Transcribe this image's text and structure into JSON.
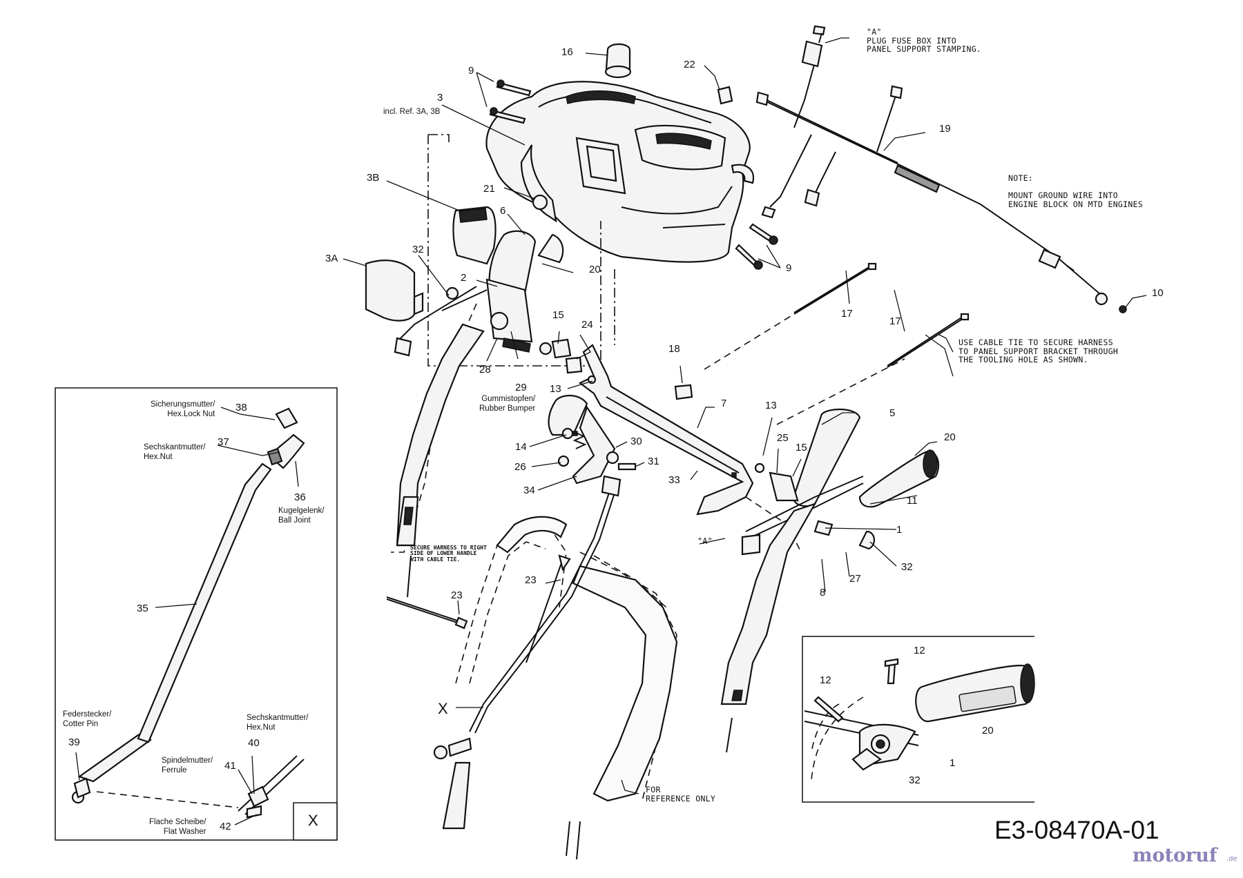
{
  "diagram": {
    "code": "E3-08470A-01",
    "watermark": "motoruf",
    "watermark_ext": ".de"
  },
  "callouts": {
    "c16": "16",
    "c22": "22",
    "c9a": "9",
    "c3": "3",
    "c3_note": "incl. Ref. 3A, 3B",
    "c3b": "3B",
    "c21": "21",
    "c6": "6",
    "c20a": "20",
    "c32a": "32",
    "c3a": "3A",
    "c2": "2",
    "c9b": "9",
    "c19": "19",
    "c10": "10",
    "c17a": "17",
    "c17b": "17",
    "c15a": "15",
    "c24": "24",
    "c18": "18",
    "c28": "28",
    "c29": "29",
    "c13a": "13",
    "c7": "7",
    "c13b": "13",
    "c5": "5",
    "c20b": "20",
    "c25": "25",
    "c15b": "15",
    "c11": "11",
    "c14": "14",
    "c30": "30",
    "c26": "26",
    "c31": "31",
    "c33": "33",
    "c34": "34",
    "c1a": "1",
    "c32b": "32",
    "c27": "27",
    "c8": "8",
    "c23a": "23",
    "c23b": "23",
    "cX": "X",
    "c12a": "12",
    "c12b": "12",
    "c20c": "20",
    "c1b": "1",
    "c32c": "32",
    "cA": "\"A\""
  },
  "labels": {
    "rubber_bumper": "Gummistopfen/\nRubber Bumper"
  },
  "notes": {
    "fuse": "\"A\"\nPLUG FUSE BOX INTO\nPANEL SUPPORT STAMPING.",
    "ground": "NOTE:\n\nMOUNT GROUND WIRE INTO\nENGINE BLOCK ON MTD ENGINES",
    "cable_tie": "USE CABLE TIE TO SECURE HARNESS\nTO PANEL SUPPORT BRACKET THROUGH\nTHE TOOLING HOLE AS SHOWN.",
    "harness": "SECURE HARNESS TO RIGHT\nSIDE OF LOWER HANDLE\nWITH CABLE TIE.",
    "reference": "FOR\nREFERENCE ONLY"
  },
  "inset": {
    "box_label": "X",
    "c38": "38",
    "c37": "37",
    "c36": "36",
    "c35": "35",
    "c39": "39",
    "c40": "40",
    "c41": "41",
    "c42": "42",
    "l38": "Sicherungsmutter/\nHex.Lock Nut",
    "l37": "Sechskantmutter/\nHex.Nut",
    "l36": "Kugelgelenk/\nBall Joint",
    "l39": "Federstecker/\nCotter Pin",
    "l40": "Sechskantmutter/\nHex.Nut",
    "l41": "Spindelmutter/\nFerrule",
    "l42": "Flache Scheibe/\nFlat Washer"
  }
}
